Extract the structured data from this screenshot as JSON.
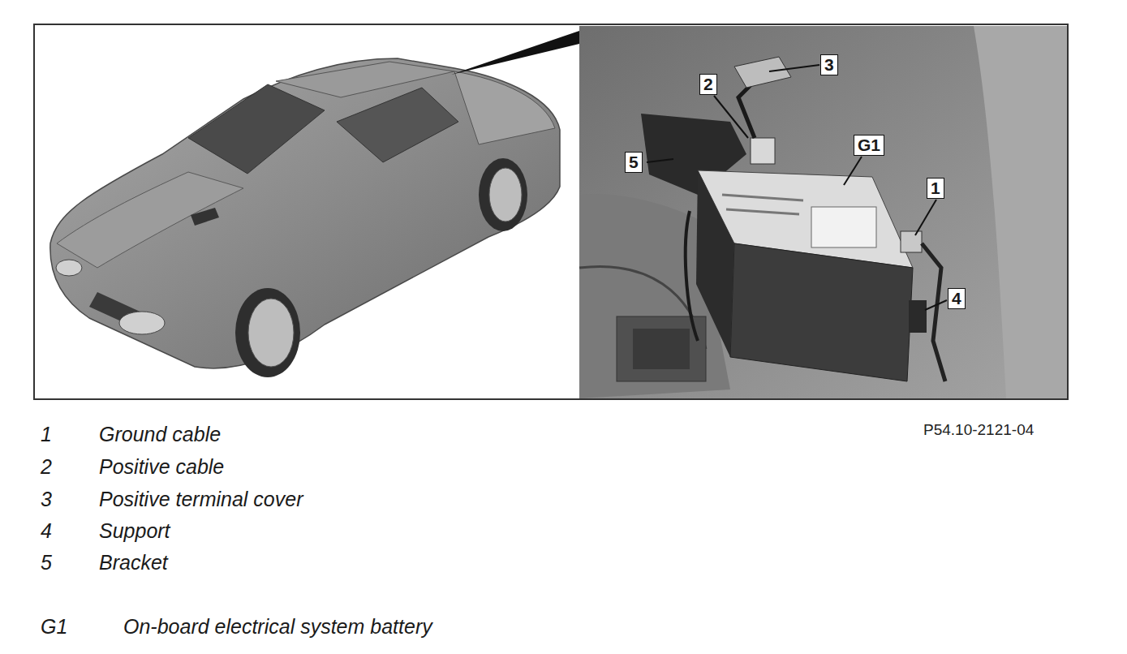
{
  "diagram": {
    "labels": [
      "3",
      "2",
      "5",
      "G1",
      "1",
      "4",
      "1",
      "Ground cable",
      "2",
      "Positive cable",
      "3",
      "Positive terminal cover",
      "4",
      "Support",
      "5",
      "Bracket",
      "G1",
      "On-board electrical system battery",
      "P54.10-2121-04"
    ]
  }
}
